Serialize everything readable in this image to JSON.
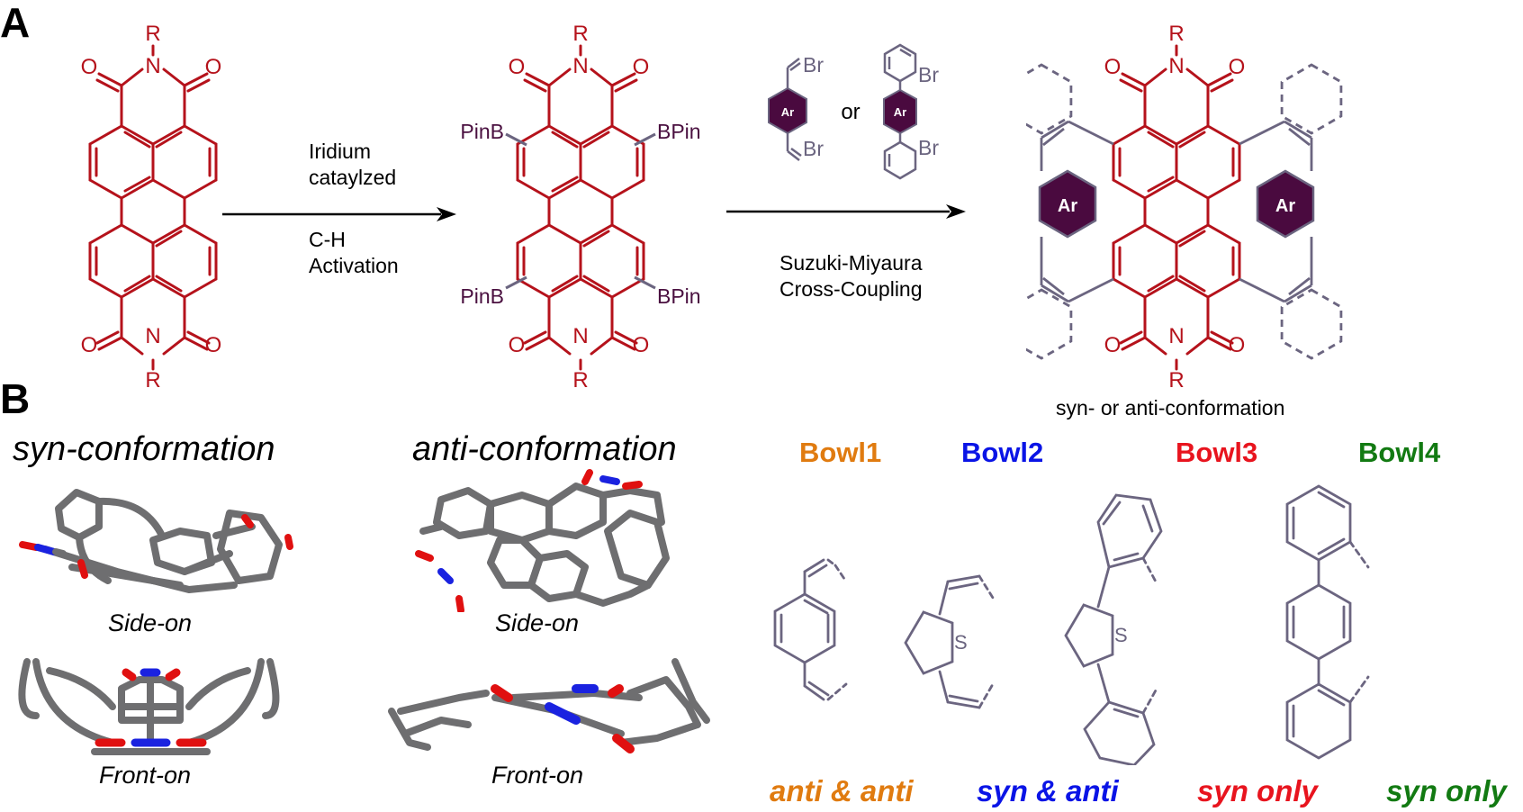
{
  "colors": {
    "pdi_core": "#b5121b",
    "boron_label": "#4a1040",
    "linker_bond": "#6b6580",
    "ar_fill": "#4a0a3f",
    "stick_carbon": "#6e6e70",
    "atom_oxygen": "#e01010",
    "atom_nitrogen": "#1a22e0",
    "bowl1": "#e07b10",
    "bowl2": "#0a14e6",
    "bowl3": "#e8141e",
    "bowl4": "#127a12"
  },
  "panel_a": {
    "label": "A",
    "start_material": {
      "substituent": "R",
      "atoms": {
        "N": "N",
        "O": "O"
      }
    },
    "step1": {
      "above": [
        "Iridium",
        "cataylzed"
      ],
      "below": [
        "C-H",
        "Activation"
      ]
    },
    "intermediate": {
      "substituent": "R",
      "boron_groups": {
        "top_left": "PinB",
        "top_right": "BPin",
        "bottom_left": "PinB",
        "bottom_right": "BPin"
      }
    },
    "reagents": {
      "option1_halogens": [
        "Br",
        "Br"
      ],
      "connector": "or",
      "option2_halogens": [
        "Br",
        "Br"
      ],
      "ar_label": "Ar"
    },
    "step2": {
      "below": [
        "Suzuki-Miyaura",
        "Cross-Coupling"
      ]
    },
    "product": {
      "substituent": "R",
      "ar_label": "Ar",
      "caption": "syn- or anti-conformation"
    }
  },
  "panel_b": {
    "label": "B",
    "conformations": [
      {
        "title": "syn-conformation",
        "views": [
          "Side-on",
          "Front-on"
        ]
      },
      {
        "title": "anti-conformation",
        "views": [
          "Side-on",
          "Front-on"
        ]
      }
    ],
    "bowls": [
      {
        "name": "Bowl1",
        "linker": "p-phenylene divinylene",
        "result": "anti & anti"
      },
      {
        "name": "Bowl2",
        "linker": "2,5-thiophene divinylene",
        "heteroatom": "S",
        "result": "syn & anti"
      },
      {
        "name": "Bowl3",
        "linker": "2,5-diphenylthiophene",
        "heteroatom": "S",
        "result": "syn only"
      },
      {
        "name": "Bowl4",
        "linker": "p-terphenyl",
        "result": "syn only"
      }
    ]
  }
}
